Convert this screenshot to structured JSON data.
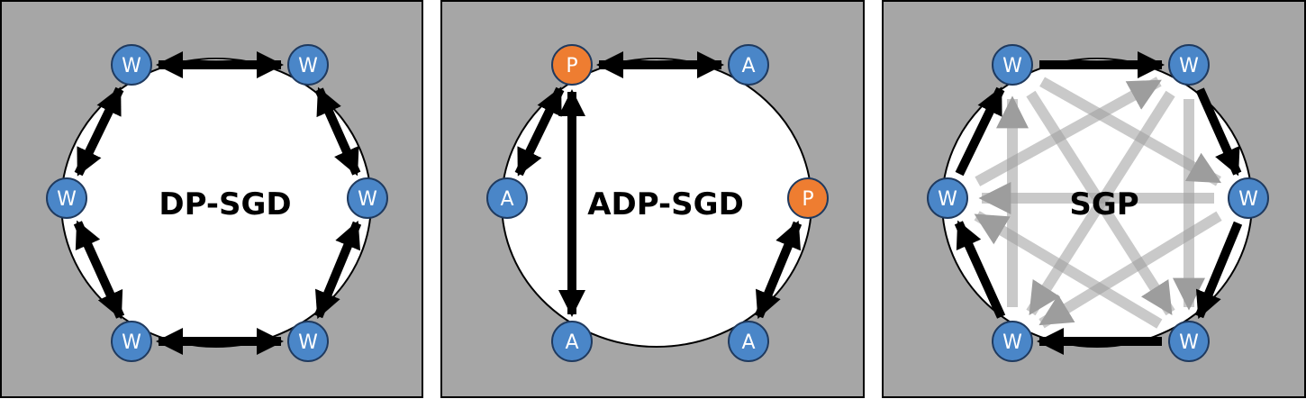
{
  "colors": {
    "panel_bg": "#a6a6a6",
    "worker_fill": "#4a86c8",
    "passive_fill": "#ee7d31",
    "node_stroke": "#1f3a5f",
    "arrow": "#000000",
    "faded_arrow": "#9d9d9d",
    "ring_fill": "#ffffff"
  },
  "panels": [
    {
      "title": "DP-SGD",
      "nodes": [
        {
          "label": "W",
          "kind": "worker"
        },
        {
          "label": "W",
          "kind": "worker"
        },
        {
          "label": "W",
          "kind": "worker"
        },
        {
          "label": "W",
          "kind": "worker"
        },
        {
          "label": "W",
          "kind": "worker"
        },
        {
          "label": "W",
          "kind": "worker"
        }
      ],
      "edges": [
        {
          "from": 0,
          "to": 1,
          "type": "bidirectional"
        },
        {
          "from": 1,
          "to": 2,
          "type": "bidirectional"
        },
        {
          "from": 2,
          "to": 3,
          "type": "bidirectional"
        },
        {
          "from": 3,
          "to": 4,
          "type": "bidirectional"
        },
        {
          "from": 4,
          "to": 5,
          "type": "bidirectional"
        },
        {
          "from": 5,
          "to": 0,
          "type": "bidirectional"
        }
      ]
    },
    {
      "title": "ADP-SGD",
      "nodes": [
        {
          "label": "P",
          "kind": "passive"
        },
        {
          "label": "A",
          "kind": "worker"
        },
        {
          "label": "P",
          "kind": "passive"
        },
        {
          "label": "A",
          "kind": "worker"
        },
        {
          "label": "A",
          "kind": "worker"
        },
        {
          "label": "A",
          "kind": "worker"
        }
      ],
      "edges": [
        {
          "from": 0,
          "to": 1,
          "type": "bidirectional"
        },
        {
          "from": 2,
          "to": 3,
          "type": "bidirectional"
        },
        {
          "from": 0,
          "to": 4,
          "type": "bidirectional"
        },
        {
          "from": 0,
          "to": 5,
          "type": "bidirectional"
        }
      ]
    },
    {
      "title": "SGP",
      "nodes": [
        {
          "label": "W",
          "kind": "worker"
        },
        {
          "label": "W",
          "kind": "worker"
        },
        {
          "label": "W",
          "kind": "worker"
        },
        {
          "label": "W",
          "kind": "worker"
        },
        {
          "label": "W",
          "kind": "worker"
        },
        {
          "label": "W",
          "kind": "worker"
        }
      ],
      "edges": [
        {
          "from": 0,
          "to": 1,
          "type": "directed"
        },
        {
          "from": 1,
          "to": 2,
          "type": "directed"
        },
        {
          "from": 2,
          "to": 3,
          "type": "directed"
        },
        {
          "from": 3,
          "to": 4,
          "type": "directed"
        },
        {
          "from": 4,
          "to": 5,
          "type": "directed"
        },
        {
          "from": 5,
          "to": 0,
          "type": "directed"
        },
        {
          "from": 0,
          "to": 2,
          "type": "faded"
        },
        {
          "from": 1,
          "to": 3,
          "type": "faded"
        },
        {
          "from": 2,
          "to": 4,
          "type": "faded"
        },
        {
          "from": 3,
          "to": 5,
          "type": "faded"
        },
        {
          "from": 4,
          "to": 0,
          "type": "faded"
        },
        {
          "from": 5,
          "to": 1,
          "type": "faded"
        },
        {
          "from": 0,
          "to": 3,
          "type": "faded"
        },
        {
          "from": 1,
          "to": 4,
          "type": "faded"
        },
        {
          "from": 2,
          "to": 5,
          "type": "faded"
        }
      ]
    }
  ]
}
